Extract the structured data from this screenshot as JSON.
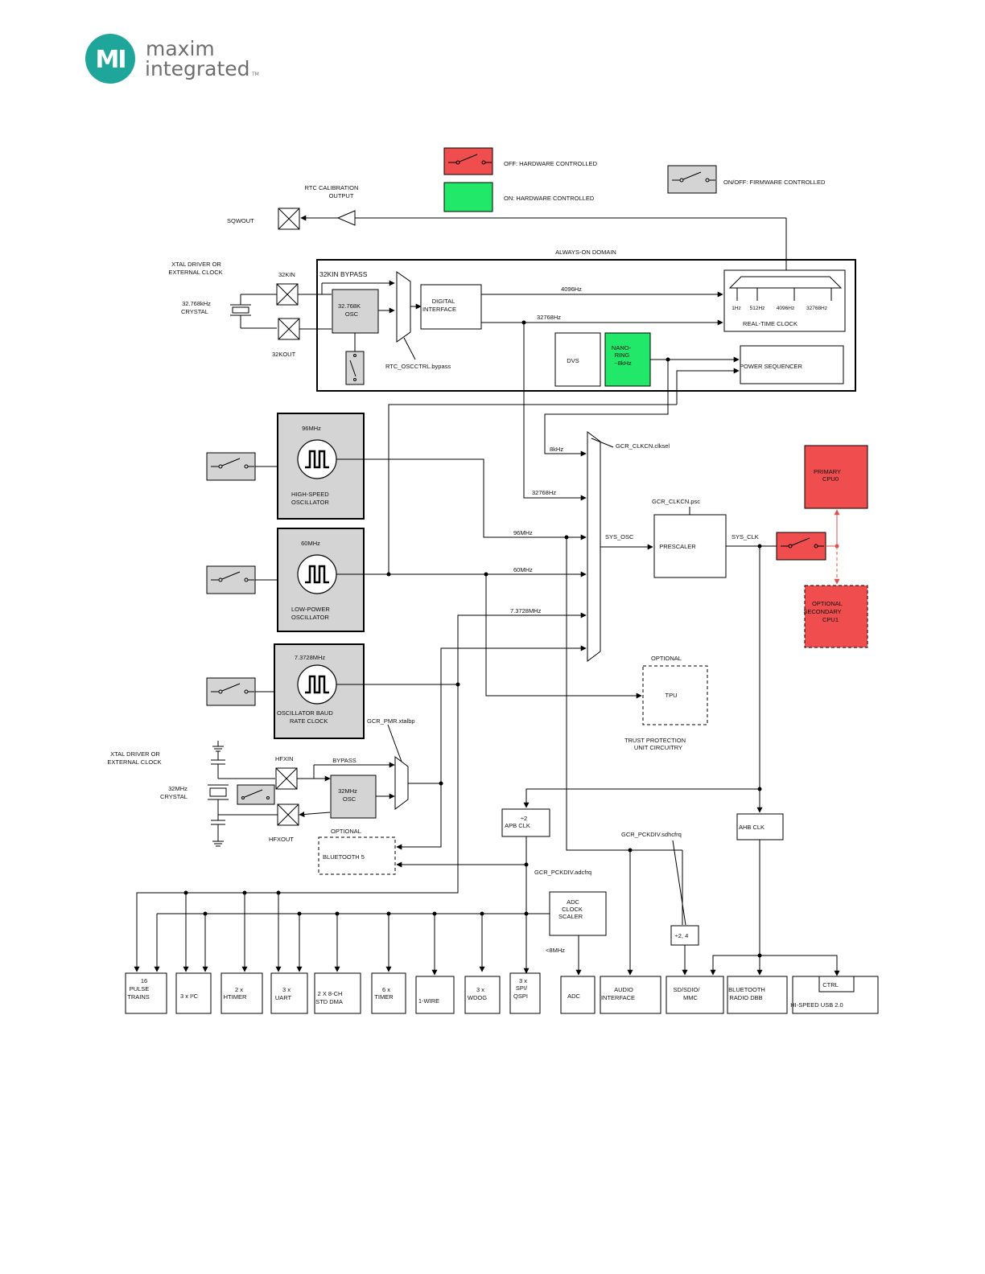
{
  "logo": {
    "mark": "MI",
    "line1": "maxim",
    "line2": "integrated",
    "tm": "TM",
    "color": "#1fa69a"
  },
  "colors": {
    "hw_off": "#f04e4e",
    "hw_on": "#22e86a",
    "fw": "#d4d4d4",
    "wire": "#000000",
    "optional_link": "#e05050"
  },
  "legend": {
    "off_hw": "OFF: HARDWARE CONTROLLED",
    "on_hw": "ON: HARDWARE CONTROLLED",
    "onoff_fw": "ON/OFF: FIRMWARE CONTROLLED"
  },
  "top": {
    "rtc_cal": [
      "RTC CALIBRATION",
      "OUTPUT"
    ],
    "sqwout": "SQWOUT",
    "aon_domain": "ALWAYS-ON DOMAIN",
    "xtal32": [
      "XTAL DRIVER OR",
      "EXTERNAL CLOCK"
    ],
    "crystal32": [
      "32.768kHz",
      "CRYSTAL"
    ],
    "pin_32kin": "32KIN",
    "pin_32kout": "32KOUT",
    "bypass32": "32KIN BYPASS",
    "osc32": [
      "32.768K",
      "OSC"
    ],
    "digital_if": [
      "DIGITAL",
      "INTERFACE"
    ],
    "rtc_bypass": "RTC_OSCCTRL.bypass",
    "f4096": "4096Hz",
    "f32768": "32768Hz",
    "rtc_taps": [
      "1Hz",
      "512Hz",
      "4096Hz",
      "32768Hz"
    ],
    "rtc": "REAL-TIME CLOCK",
    "dvs": "DVS",
    "nanoring": [
      "NANO-",
      "RING",
      "~8kHz"
    ],
    "power_seq": "POWER SEQUENCER"
  },
  "osc": {
    "hs_freq": "96MHz",
    "hs_name": [
      "HIGH-SPEED",
      "OSCILLATOR"
    ],
    "lp_freq": "60MHz",
    "lp_name": [
      "LOW-POWER",
      "OSCILLATOR"
    ],
    "baud_freq": "7.3728MHz",
    "baud_name": [
      "OSCILLATOR BAUD",
      "RATE CLOCK"
    ]
  },
  "mux": {
    "sel": "GCR_CLKCN.clksel",
    "in_8k": "8kHz",
    "in_32k": "32768Hz",
    "in_96": "96MHz",
    "in_60": "60MHz",
    "in_7": "7.3728MHz",
    "sys_osc": "SYS_OSC",
    "psc_lbl": "GCR_CLKCN.psc",
    "prescaler": "PRESCALER",
    "sys_clk": "SYS_CLK"
  },
  "cpu": {
    "primary": [
      "PRIMARY",
      "CPU0"
    ],
    "secondary": [
      "OPTIONAL",
      "SECONDARY",
      "CPU1"
    ]
  },
  "tpu": {
    "optional": "OPTIONAL",
    "name": "TPU",
    "desc": [
      "TRUST PROTECTION",
      "UNIT CIRCUITRY"
    ]
  },
  "hf": {
    "xtal": [
      "XTAL DRIVER OR",
      "EXTERNAL CLOCK"
    ],
    "crystal": [
      "32MHz",
      "CRYSTAL"
    ],
    "pin_in": "HFXIN",
    "pin_out": "HFXOUT",
    "bypass": "BYPASS",
    "osc": [
      "32MHz",
      "OSC"
    ],
    "pmr": "GCR_PMR.xtalbp"
  },
  "bt5": {
    "optional": "OPTIONAL",
    "name": "BLUETOOTH 5"
  },
  "clocks": {
    "apb": [
      "÷2",
      "APB CLK"
    ],
    "ahb": "AHB CLK",
    "sdhc_lbl": "GCR_PCKDIV.sdhcfrq",
    "adc_lbl": "GCR_PCKDIV.adcfrq",
    "adc_scaler": [
      "ADC",
      "CLOCK",
      "SCALER"
    ],
    "div24": "÷2, 4",
    "lt8": "<8MHz"
  },
  "periph": [
    [
      "16",
      "PULSE",
      "TRAINS"
    ],
    [
      "3 x I²C"
    ],
    [
      "2 x",
      "HTIMER"
    ],
    [
      "3 x",
      "UART"
    ],
    [
      "2 X 8-CH",
      "STD DMA"
    ],
    [
      "6 x",
      "TIMER"
    ],
    [
      "1-WIRE"
    ],
    [
      "3 x",
      "WDOG"
    ],
    [
      "3 x",
      "SPI/",
      "QSPI"
    ],
    [
      "ADC"
    ],
    [
      "AUDIO",
      "INTERFACE"
    ],
    [
      "SD/SDIO/",
      "MMC"
    ],
    [
      "BLUETOOTH",
      "RADIO DBB"
    ]
  ],
  "usb": {
    "ctrl": "CTRL",
    "name": "HI-SPEED USB 2.0"
  }
}
